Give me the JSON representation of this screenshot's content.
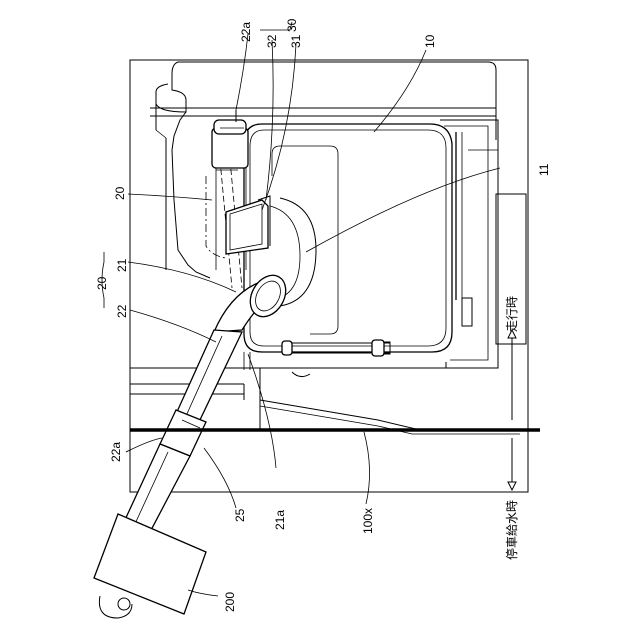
{
  "labels": {
    "l_22a_top": "22a",
    "l_30": "30",
    "l_32": "32",
    "l_31": "31",
    "l_10": "10",
    "l_11": "11",
    "l_20_upper": "20",
    "l_20_group": "20",
    "l_21": "21",
    "l_22": "22",
    "l_22a_bottom": "22a",
    "l_25": "25",
    "l_21a": "21a",
    "l_100x": "100x",
    "l_200": "200",
    "traveling": "走行時",
    "stopped_watering": "停車給水時"
  }
}
